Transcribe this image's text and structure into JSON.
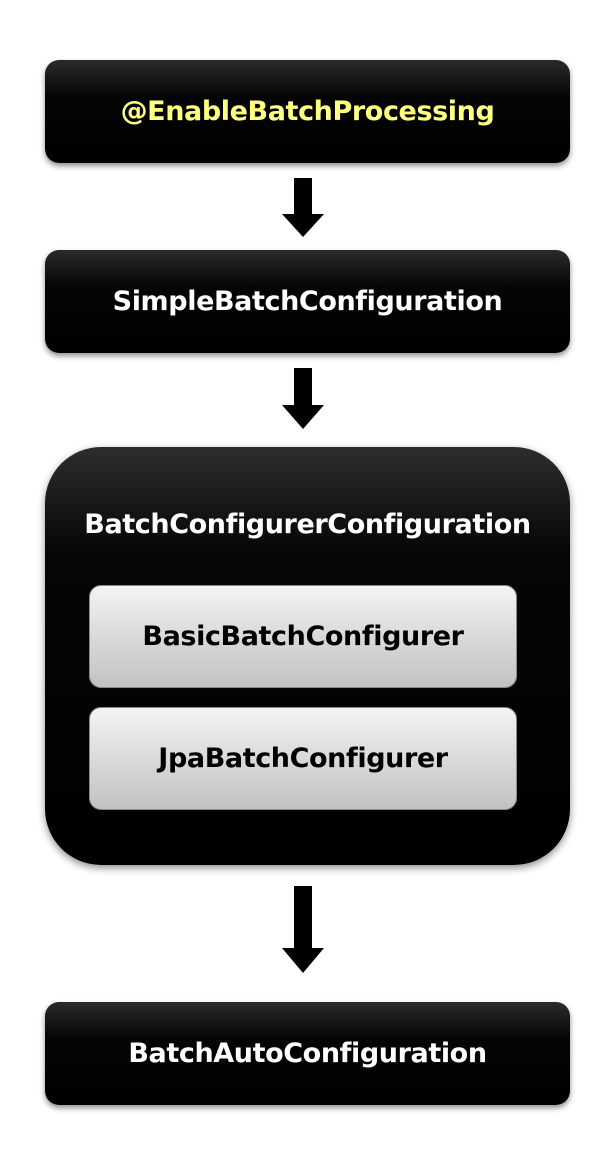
{
  "diagram": {
    "nodes": {
      "enable_batch_processing": "@EnableBatchProcessing",
      "simple_batch_configuration": "SimpleBatchConfiguration",
      "batch_configurer_configuration": "BatchConfigurerConfiguration",
      "basic_batch_configurer": "BasicBatchConfigurer",
      "jpa_batch_configurer": "JpaBatchConfigurer",
      "batch_auto_configuration": "BatchAutoConfiguration"
    },
    "edges": [
      {
        "from": "@EnableBatchProcessing",
        "to": "SimpleBatchConfiguration"
      },
      {
        "from": "SimpleBatchConfiguration",
        "to": "BatchConfigurerConfiguration"
      },
      {
        "from": "BatchConfigurerConfiguration",
        "to": "BatchAutoConfiguration"
      }
    ],
    "colors": {
      "box_fill": "#000000",
      "box_text": "#ffffff",
      "highlight_text": "#ffff80",
      "inner_fill": "#d9d9d9",
      "inner_text": "#000000",
      "arrow_fill": "#000000"
    }
  }
}
